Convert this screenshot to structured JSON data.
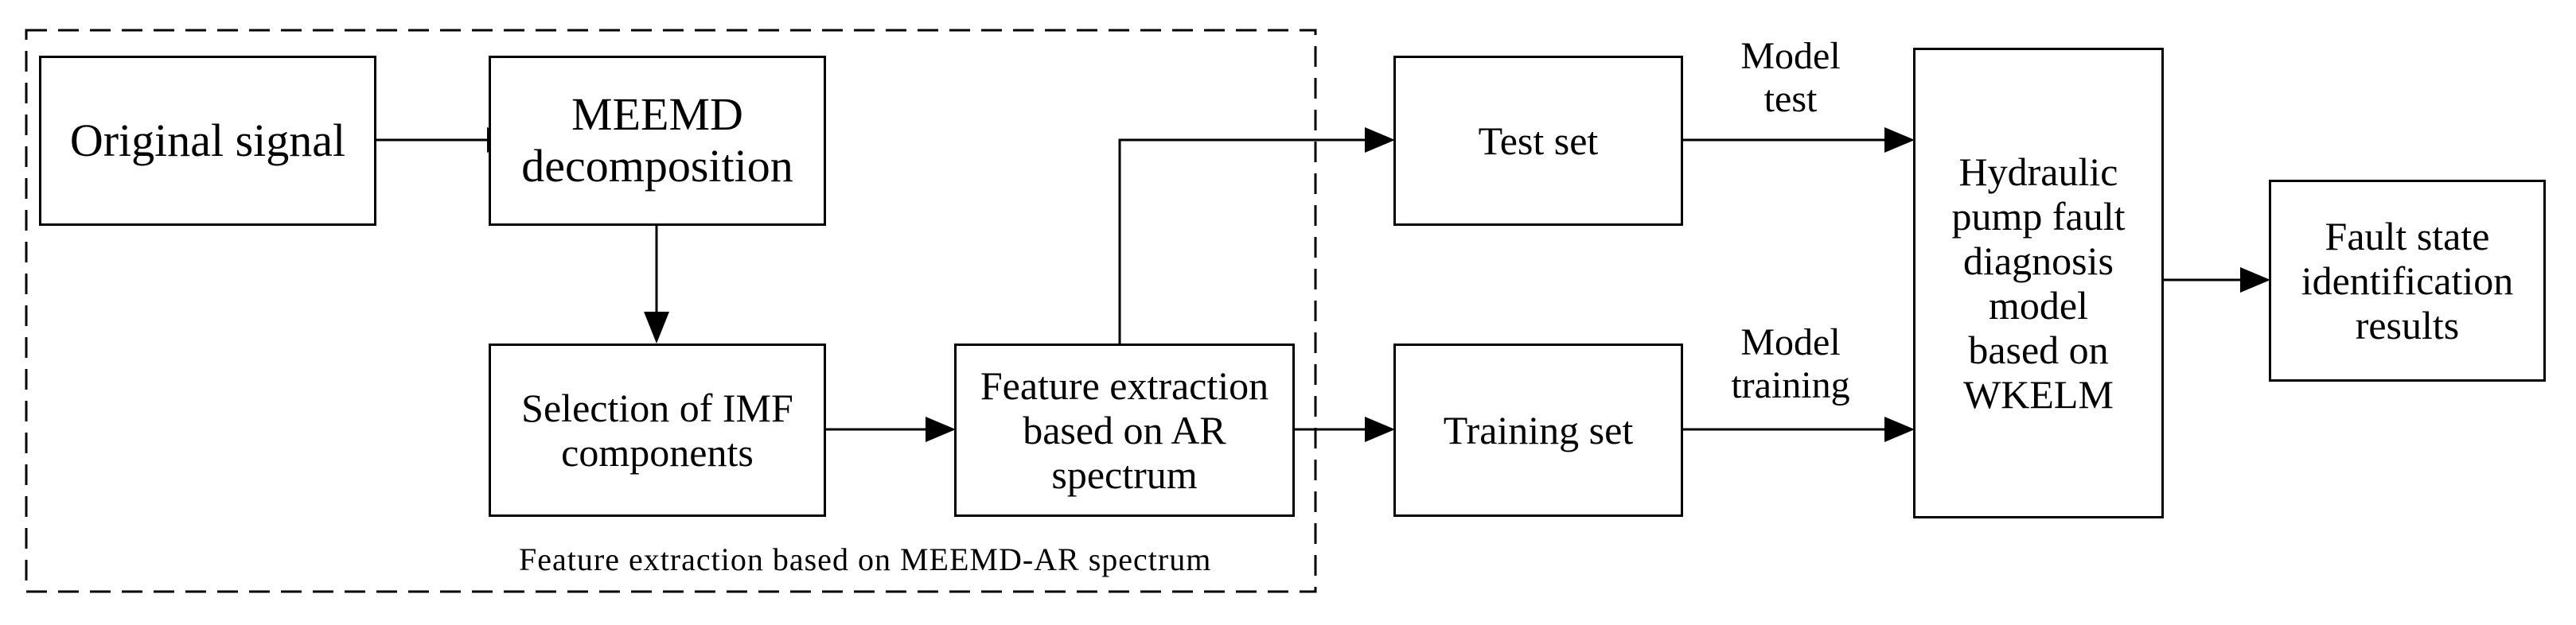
{
  "diagram": {
    "group_label": "Feature extraction based on MEEMD-AR spectrum",
    "nodes": {
      "original_signal": "Original signal",
      "meemd_decomposition": "MEEMD\ndecomposition",
      "selection_imf": "Selection of IMF\ncomponents",
      "feature_extraction": "Feature extraction\nbased on AR\nspectrum",
      "test_set": "Test set",
      "training_set": "Training set",
      "wkelm_model": "Hydraulic\npump fault\ndiagnosis\nmodel\nbased on\nWKELM",
      "fault_results": "Fault state\nidentification\nresults"
    },
    "edge_labels": {
      "model_test": "Model\ntest",
      "model_training": "Model\ntraining"
    },
    "colors": {
      "stroke": "#000000",
      "background": "#ffffff"
    }
  }
}
